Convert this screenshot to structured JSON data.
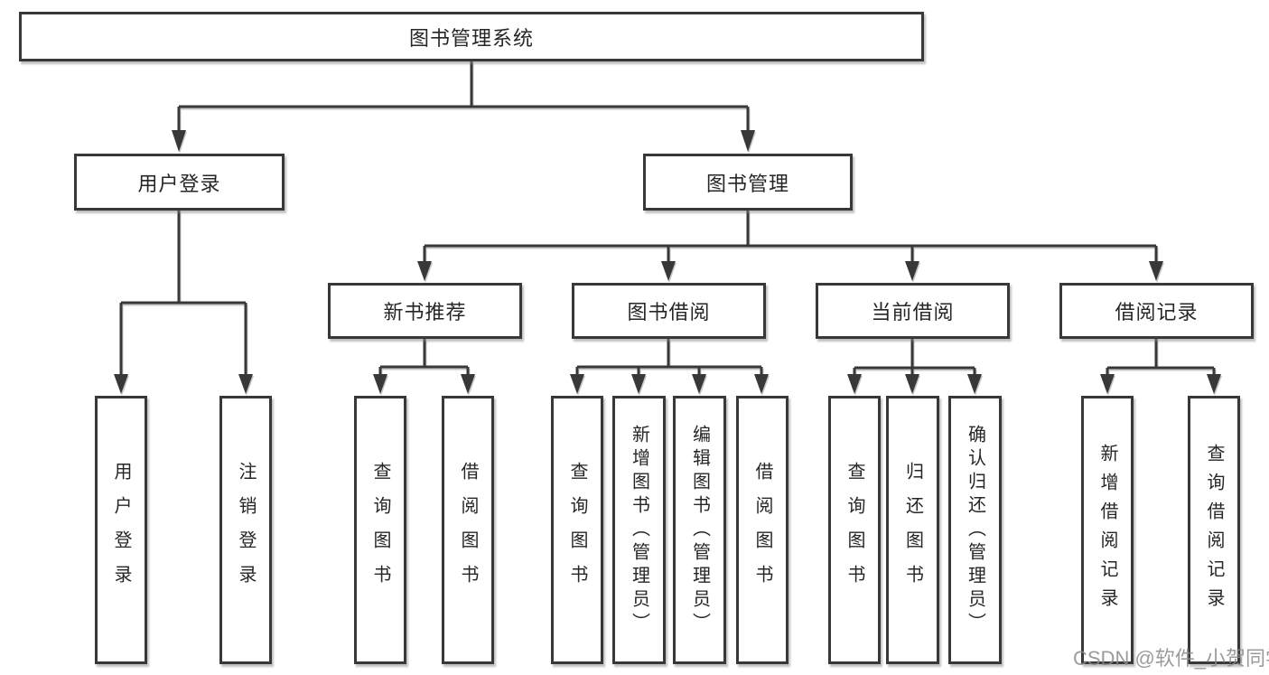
{
  "diagram": {
    "title": "图书管理系统",
    "watermark": "CSDN @软件_小贺同学",
    "colors": {
      "line": "#383838",
      "box_border": "#383838",
      "box_fill": "#ffffff",
      "text": "#262626",
      "watermark": "#8a8a8a",
      "background": "#ffffff"
    },
    "level2": [
      {
        "label": "用户登录"
      },
      {
        "label": "图书管理"
      }
    ],
    "level3": [
      {
        "label": "新书推荐",
        "parent": "图书管理"
      },
      {
        "label": "图书借阅",
        "parent": "图书管理"
      },
      {
        "label": "当前借阅",
        "parent": "图书管理"
      },
      {
        "label": "借阅记录",
        "parent": "图书管理"
      }
    ],
    "level4": [
      {
        "label": "用户登录",
        "parent": "用户登录"
      },
      {
        "label": "注销登录",
        "parent": "用户登录"
      },
      {
        "label": "查询图书",
        "parent": "新书推荐"
      },
      {
        "label": "借阅图书",
        "parent": "新书推荐"
      },
      {
        "label": "查询图书",
        "parent": "图书借阅"
      },
      {
        "label": "新增图书（管理员）",
        "parent": "图书借阅"
      },
      {
        "label": "编辑图书（管理员）",
        "parent": "图书借阅"
      },
      {
        "label": "借阅图书",
        "parent": "图书借阅"
      },
      {
        "label": "查询图书",
        "parent": "当前借阅"
      },
      {
        "label": "归还图书",
        "parent": "当前借阅"
      },
      {
        "label": "确认归还（管理员）",
        "parent": "当前借阅"
      },
      {
        "label": "新增借阅记录",
        "parent": "借阅记录"
      },
      {
        "label": "查询借阅记录",
        "parent": "借阅记录"
      }
    ]
  }
}
